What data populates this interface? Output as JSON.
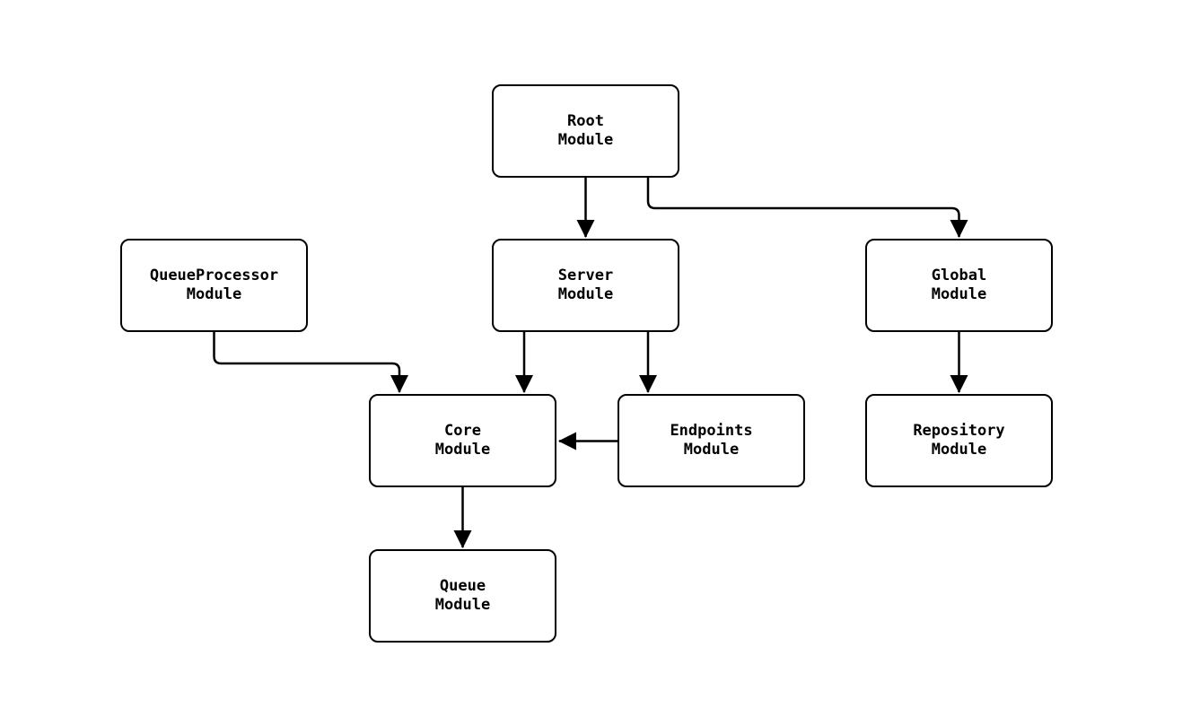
{
  "diagram": {
    "nodes": {
      "root": {
        "line1": "Root",
        "line2": "Module"
      },
      "queueprocessor": {
        "line1": "QueueProcessor",
        "line2": "Module"
      },
      "server": {
        "line1": "Server",
        "line2": "Module"
      },
      "global": {
        "line1": "Global",
        "line2": "Module"
      },
      "core": {
        "line1": "Core",
        "line2": "Module"
      },
      "endpoints": {
        "line1": "Endpoints",
        "line2": "Module"
      },
      "repository": {
        "line1": "Repository",
        "line2": "Module"
      },
      "queue": {
        "line1": "Queue",
        "line2": "Module"
      }
    },
    "edges": [
      {
        "from": "Root Module",
        "to": "Server Module"
      },
      {
        "from": "Root Module",
        "to": "Global Module"
      },
      {
        "from": "QueueProcessor Module",
        "to": "Core Module"
      },
      {
        "from": "Server Module",
        "to": "Core Module"
      },
      {
        "from": "Server Module",
        "to": "Endpoints Module"
      },
      {
        "from": "Endpoints Module",
        "to": "Core Module"
      },
      {
        "from": "Core Module",
        "to": "Queue Module"
      },
      {
        "from": "Global Module",
        "to": "Repository Module"
      }
    ],
    "colors": {
      "background": "#ffffff",
      "node_fill": "#ffffff",
      "node_border": "#000000",
      "edge": "#000000",
      "text": "#000000"
    }
  }
}
